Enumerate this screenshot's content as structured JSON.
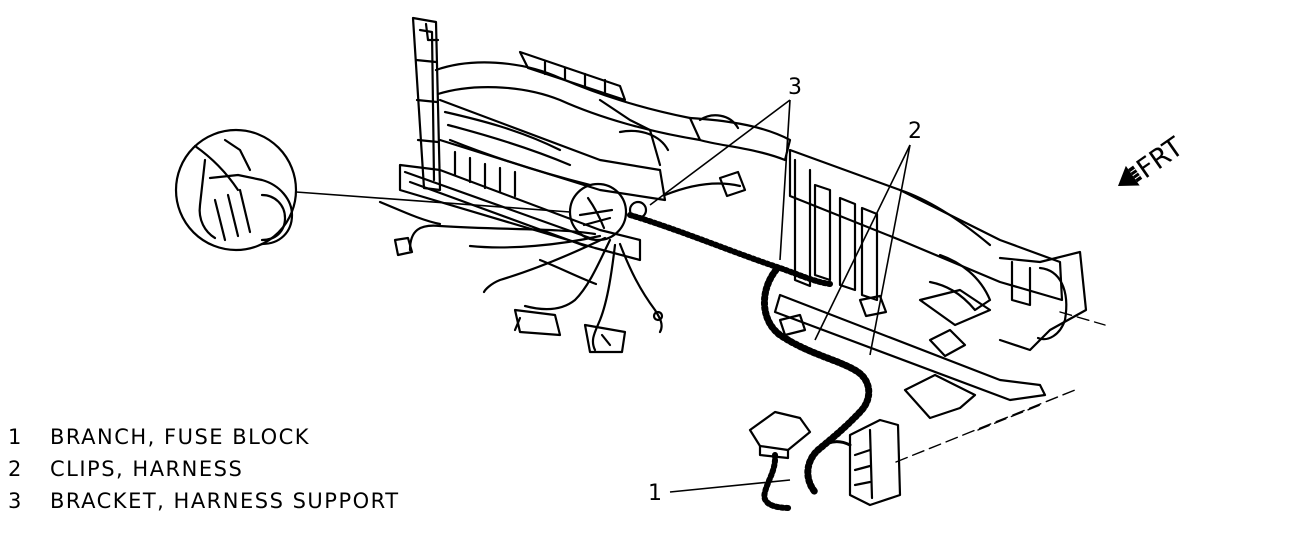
{
  "callouts": [
    {
      "number": "1"
    },
    {
      "number": "2"
    },
    {
      "number": "3"
    }
  ],
  "legend": [
    {
      "number": "1",
      "text": "BRANCH, FUSE BLOCK"
    },
    {
      "number": "2",
      "text": "CLIPS, HARNESS"
    },
    {
      "number": "3",
      "text": "BRACKET, HARNESS SUPPORT"
    }
  ],
  "direction_indicator": {
    "label": "FRT",
    "icon": "front-arrow-icon"
  }
}
